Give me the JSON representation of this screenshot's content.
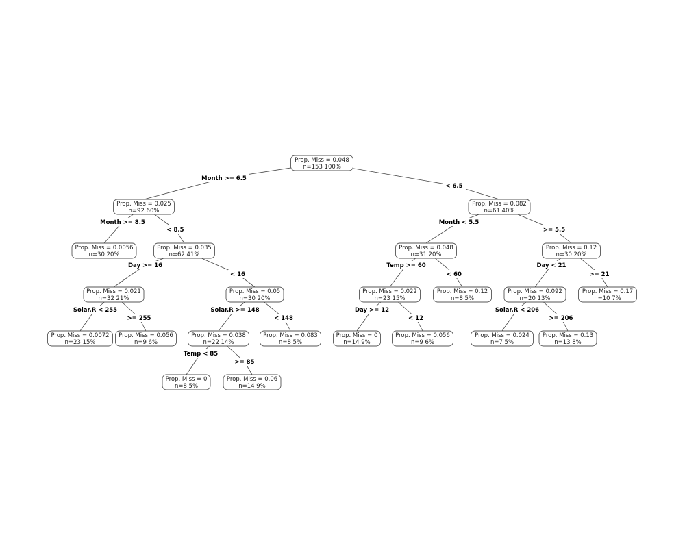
{
  "tree": {
    "nodes": [
      {
        "id": "n1",
        "value": "Prop. Miss = 0.048",
        "stats": "n=153  100%"
      },
      {
        "id": "n2",
        "value": "Prop. Miss = 0.025",
        "stats": "n=92  60%"
      },
      {
        "id": "n3",
        "value": "Prop. Miss = 0.082",
        "stats": "n=61  40%"
      },
      {
        "id": "n4",
        "value": "Prop. Miss = 0.0056",
        "stats": "n=30  20%"
      },
      {
        "id": "n5",
        "value": "Prop. Miss = 0.035",
        "stats": "n=62  41%"
      },
      {
        "id": "n6",
        "value": "Prop. Miss = 0.021",
        "stats": "n=32  21%"
      },
      {
        "id": "n7",
        "value": "Prop. Miss = 0.05",
        "stats": "n=30  20%"
      },
      {
        "id": "n8",
        "value": "Prop. Miss = 0.0072",
        "stats": "n=23  15%"
      },
      {
        "id": "n9",
        "value": "Prop. Miss = 0.056",
        "stats": "n=9  6%"
      },
      {
        "id": "n10",
        "value": "Prop. Miss = 0.038",
        "stats": "n=22  14%"
      },
      {
        "id": "n11",
        "value": "Prop. Miss = 0.083",
        "stats": "n=8  5%"
      },
      {
        "id": "n12",
        "value": "Prop. Miss = 0",
        "stats": "n=8  5%"
      },
      {
        "id": "n13",
        "value": "Prop. Miss = 0.06",
        "stats": "n=14  9%"
      },
      {
        "id": "n14",
        "value": "Prop. Miss = 0.048",
        "stats": "n=31  20%"
      },
      {
        "id": "n15",
        "value": "Prop. Miss = 0.12",
        "stats": "n=30  20%"
      },
      {
        "id": "n16",
        "value": "Prop. Miss = 0.022",
        "stats": "n=23  15%"
      },
      {
        "id": "n17",
        "value": "Prop. Miss = 0.12",
        "stats": "n=8  5%"
      },
      {
        "id": "n18",
        "value": "Prop. Miss = 0.092",
        "stats": "n=20  13%"
      },
      {
        "id": "n19",
        "value": "Prop. Miss = 0.17",
        "stats": "n=10  7%"
      },
      {
        "id": "n20",
        "value": "Prop. Miss = 0",
        "stats": "n=14  9%"
      },
      {
        "id": "n21",
        "value": "Prop. Miss = 0.056",
        "stats": "n=9  6%"
      },
      {
        "id": "n22",
        "value": "Prop. Miss = 0.024",
        "stats": "n=7  5%"
      },
      {
        "id": "n23",
        "value": "Prop. Miss = 0.13",
        "stats": "n=13  8%"
      }
    ],
    "edges": [
      {
        "from": "n1",
        "to": "n2",
        "label": "Month >= 6.5"
      },
      {
        "from": "n1",
        "to": "n3",
        "label": "< 6.5"
      },
      {
        "from": "n2",
        "to": "n4",
        "label": "Month >= 8.5"
      },
      {
        "from": "n2",
        "to": "n5",
        "label": "< 8.5"
      },
      {
        "from": "n5",
        "to": "n6",
        "label": "Day >= 16"
      },
      {
        "from": "n5",
        "to": "n7",
        "label": "< 16"
      },
      {
        "from": "n6",
        "to": "n8",
        "label": "Solar.R < 255"
      },
      {
        "from": "n6",
        "to": "n9",
        "label": ">= 255"
      },
      {
        "from": "n7",
        "to": "n10",
        "label": "Solar.R >= 148"
      },
      {
        "from": "n7",
        "to": "n11",
        "label": "< 148"
      },
      {
        "from": "n10",
        "to": "n12",
        "label": "Temp < 85"
      },
      {
        "from": "n10",
        "to": "n13",
        "label": ">= 85"
      },
      {
        "from": "n3",
        "to": "n14",
        "label": "Month < 5.5"
      },
      {
        "from": "n3",
        "to": "n15",
        "label": ">= 5.5"
      },
      {
        "from": "n14",
        "to": "n16",
        "label": "Temp >= 60"
      },
      {
        "from": "n14",
        "to": "n17",
        "label": "< 60"
      },
      {
        "from": "n15",
        "to": "n18",
        "label": "Day < 21"
      },
      {
        "from": "n15",
        "to": "n19",
        "label": ">= 21"
      },
      {
        "from": "n16",
        "to": "n20",
        "label": "Day >= 12"
      },
      {
        "from": "n16",
        "to": "n21",
        "label": "< 12"
      },
      {
        "from": "n18",
        "to": "n22",
        "label": "Solar.R < 206"
      },
      {
        "from": "n18",
        "to": "n23",
        "label": ">= 206"
      }
    ]
  }
}
